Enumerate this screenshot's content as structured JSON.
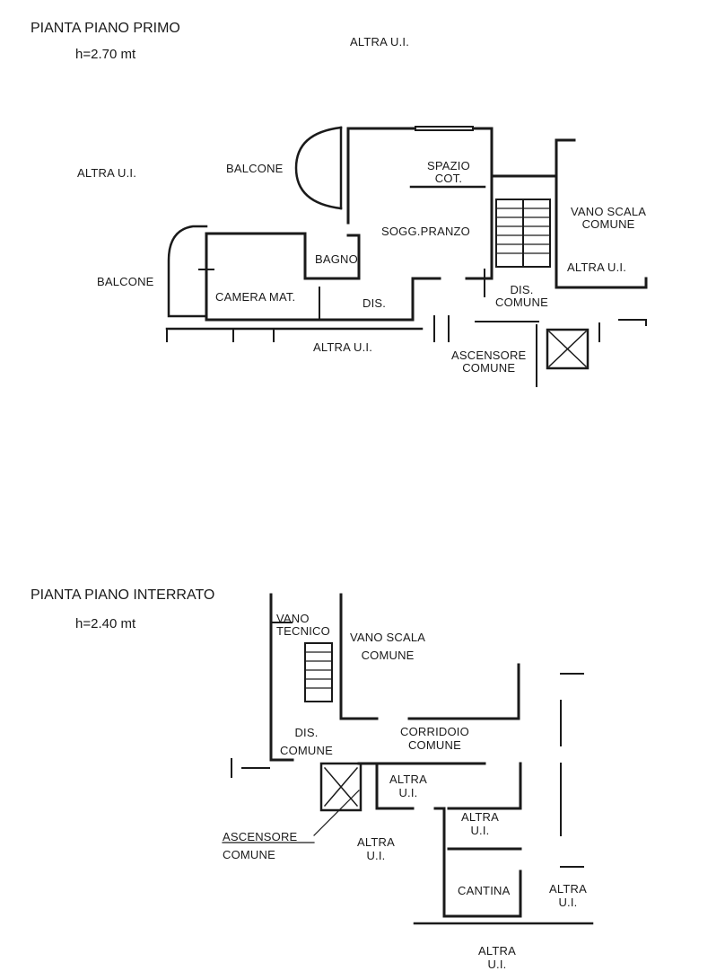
{
  "colors": {
    "ink": "#1a1a1a",
    "paper": "#ffffff"
  },
  "first_floor": {
    "title": "PIANTA PIANO PRIMO",
    "height": "h=2.70 mt",
    "labels": {
      "altra_top": "ALTRA U.I.",
      "altra_left": "ALTRA U.I.",
      "balcone_upper": "BALCONE",
      "balcone_lower": "BALCONE",
      "spazio_cot": "SPAZIO\nCOT.",
      "vano_scala": "VANO SCALA\nCOMUNE",
      "sogg_pranzo": "SOGG.PRANZO",
      "bagno": "BAGNO",
      "altra_right": "ALTRA U.I.",
      "camera_mat": "CAMERA MAT.",
      "dis": "DIS.",
      "dis_comune": "DIS.\nCOMUNE",
      "altra_bottom": "ALTRA U.I.",
      "ascensore": "ASCENSORE\nCOMUNE"
    }
  },
  "basement": {
    "title": "PIANTA PIANO INTERRATO",
    "height": "h=2.40 mt",
    "labels": {
      "vano_tecnico": "VANO\nTECNICO",
      "vano_scala": "VANO SCALA\nCOMUNE",
      "dis_comune": "DIS.\nCOMUNE",
      "corridoio": "CORRIDOIO\nCOMUNE",
      "altra_1": "ALTRA\nU.I.",
      "altra_2": "ALTRA\nU.I.",
      "ascensore": "ASCENSORE\nCOMUNE",
      "altra_3": "ALTRA\nU.I.",
      "cantina": "CANTINA",
      "altra_4": "ALTRA\nU.I.",
      "altra_bottom": "ALTRA\nU.I."
    }
  }
}
